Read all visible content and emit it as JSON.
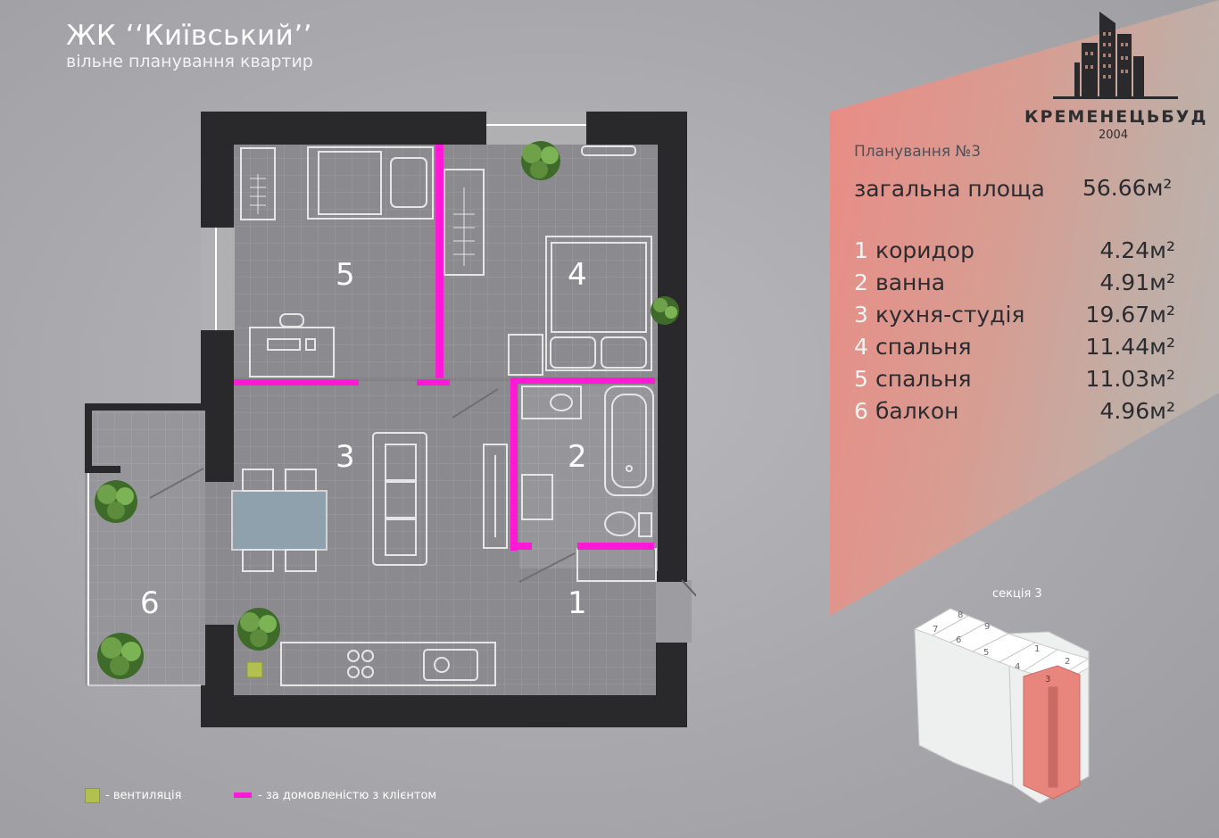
{
  "header": {
    "title": "ЖК ‘‘Київський’’",
    "subtitle": "вільне планування квартир"
  },
  "brand": {
    "name": "КРЕМЕНЕЦЬБУД",
    "year": "2004"
  },
  "plan": {
    "name": "Планування №3",
    "total_label": "загальна площа",
    "total_area": "56.66м²"
  },
  "rooms": [
    {
      "num": "1",
      "name": "коридор",
      "area": "4.24м²"
    },
    {
      "num": "2",
      "name": "ванна",
      "area": "4.91м²"
    },
    {
      "num": "3",
      "name": "кухня-студія",
      "area": "19.67м²"
    },
    {
      "num": "4",
      "name": "спальня",
      "area": "11.44м²"
    },
    {
      "num": "5",
      "name": "спальня",
      "area": "11.03м²"
    },
    {
      "num": "6",
      "name": "балкон",
      "area": "4.96м²"
    }
  ],
  "legend": {
    "ventilation": "- вентиляція",
    "client_walls": "- за домовленістю з клієнтом"
  },
  "section": {
    "label": "секція 3",
    "apartments": [
      "1",
      "2",
      "3",
      "4",
      "5",
      "6",
      "7",
      "8",
      "9"
    ],
    "highlighted": "3"
  },
  "colors": {
    "accent_wall": "#ff19d6",
    "ventilation": "#b2c04f",
    "panel": "#ea8b84",
    "wall": "#29292b"
  }
}
